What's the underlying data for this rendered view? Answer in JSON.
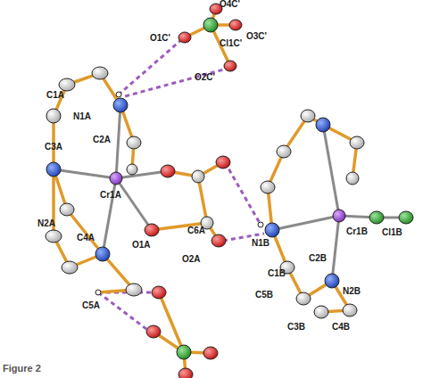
{
  "diagram": {
    "caption": "Figure 2",
    "labels": [
      "O1C'",
      "O4C'",
      "Cl1C'",
      "O3C'",
      "O2C'",
      "C1A",
      "N1A",
      "C2A",
      "C3A",
      "Cr1A",
      "N2A",
      "C4A",
      "O1A",
      "C6A",
      "O2A",
      "C1B",
      "N1B",
      "C2B",
      "Cr1B",
      "Cl1B",
      "N2B",
      "C5B",
      "C3B",
      "C4B",
      "C5A"
    ]
  }
}
